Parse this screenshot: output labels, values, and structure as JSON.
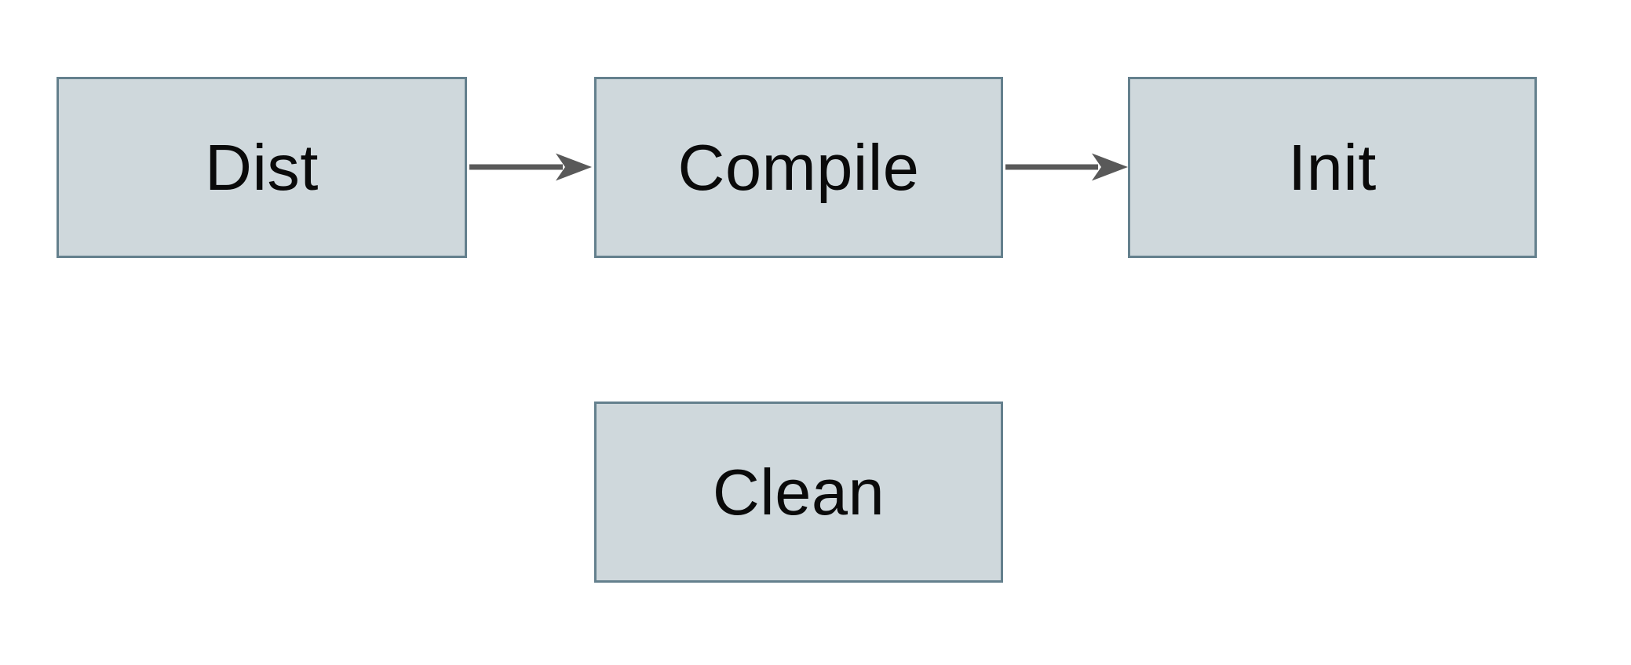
{
  "diagram": {
    "nodes": [
      {
        "id": "dist",
        "label": "Dist"
      },
      {
        "id": "compile",
        "label": "Compile"
      },
      {
        "id": "init",
        "label": "Init"
      },
      {
        "id": "clean",
        "label": "Clean"
      }
    ],
    "edges": [
      {
        "from": "Dist",
        "to": "Compile",
        "style": "solid-arrow"
      },
      {
        "from": "Compile",
        "to": "Init",
        "style": "solid-arrow"
      }
    ]
  },
  "theme": {
    "canvas-bg": "#ffffff",
    "node-fill": "#cfd8dc",
    "node-border": "#64808d",
    "arrow-color": "#595959",
    "text-color": "#0a0a0a"
  }
}
